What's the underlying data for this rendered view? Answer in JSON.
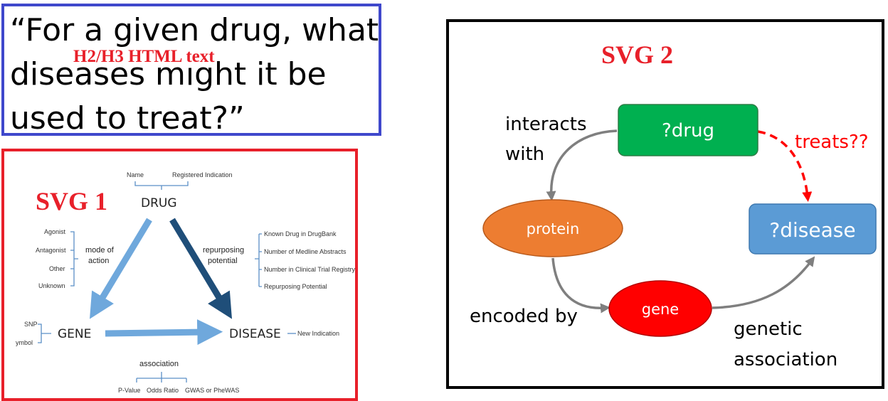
{
  "quote": {
    "lines": [
      "“For a given drug, what",
      "diseases might it be",
      "used to treat?”"
    ],
    "overlay": "H2/H3 HTML text"
  },
  "svg1": {
    "title": "SVG 1",
    "drug": {
      "label": "DRUG",
      "attrs": [
        "Name",
        "Registered Indication"
      ]
    },
    "gene": {
      "label": "GENE",
      "attrs": [
        "SNP",
        "ymbol"
      ]
    },
    "disease": {
      "label": "DISEASE",
      "attrs": [
        "New Indication"
      ]
    },
    "mode_of_action": {
      "label_lines": [
        "mode of",
        "action"
      ],
      "items": [
        "Agonist",
        "Antagonist",
        "Other",
        "Unknown"
      ]
    },
    "repurposing": {
      "label_lines": [
        "repurposing",
        "potential"
      ],
      "items": [
        "Known Drug in DrugBank",
        "Number of Medline Abstracts",
        "Number in Clinical Trial Registry",
        "Repurposing Potential"
      ]
    },
    "association": {
      "label": "association",
      "items": [
        "P-Value",
        "Odds Ratio",
        "GWAS or PheWAS"
      ]
    },
    "colors": {
      "light_arrow": "#6fa8dc",
      "dark_arrow": "#1f4e79",
      "bracket": "#5b8fc7"
    }
  },
  "svg2": {
    "title": "SVG 2",
    "nodes": {
      "drug": "?drug",
      "protein": "protein",
      "gene": "gene",
      "disease": "?disease"
    },
    "edges": {
      "interacts": [
        "interacts",
        "with"
      ],
      "encoded": "encoded by",
      "genetic": [
        "genetic",
        "association"
      ],
      "treats": "treats??"
    },
    "colors": {
      "drug": "#00b050",
      "protein": "#ed7d31",
      "gene": "#ff0000",
      "disease": "#5b9bd5",
      "edge": "#7f7f7f",
      "treats": "#ff0000"
    }
  }
}
